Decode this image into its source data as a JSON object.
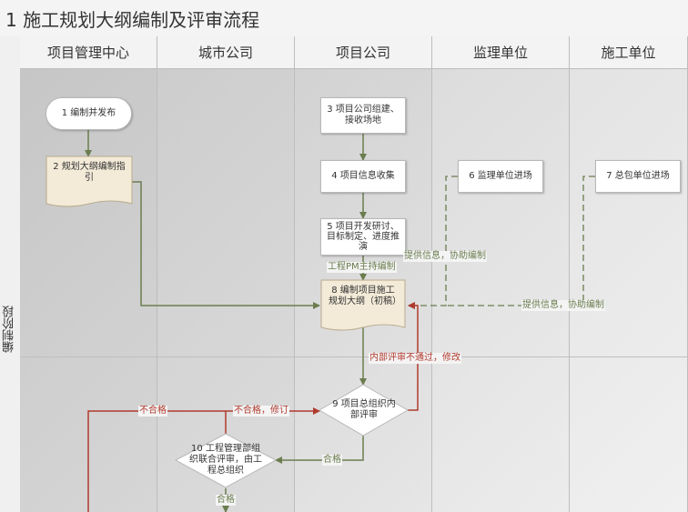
{
  "title": "1 施工规划大纲编制及评审流程",
  "stage": "编制阶段",
  "lanes": [
    "项目管理中心",
    "城市公司",
    "项目公司",
    "监理单位",
    "施工单位"
  ],
  "nodes": {
    "n1": "1 编制并发布",
    "n2": "2 规划大纲编制指引",
    "n3": "3 项目公司组建、接收场地",
    "n4": "4 项目信息收集",
    "n5": "5 项目开发研讨、目标制定、进度推演",
    "n6": "6 监理单位进场",
    "n7": "7 总包单位进场",
    "n8": "8 编制项目施工规划大纲（初稿）",
    "n9": "9 项目总组织内部评审",
    "n10": "10 工程管理部组织联合评审，由工程总组织"
  },
  "edge_labels": {
    "pm": "工程PM主持编制",
    "supervisor_info": "提供信息，协助编制",
    "contractor_info": "提供信息，协助编制",
    "internal_fail": "内部评审不通过，修改",
    "fail": "不合格",
    "fail_revise": "不合格，修订",
    "pass1": "合格",
    "pass2": "合格"
  },
  "colors": {
    "flow": "#6b7d4f",
    "reject": "#b03a2e",
    "dashed": "#6b7d4f",
    "doc_fill": "#f3ead8"
  }
}
